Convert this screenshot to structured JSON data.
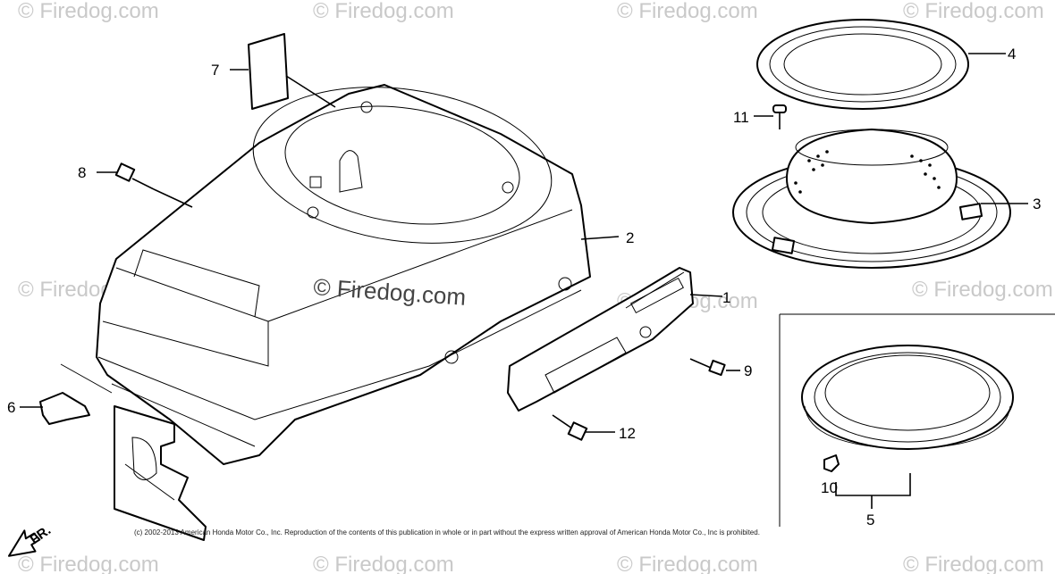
{
  "watermark": {
    "text": "© Firedog.com"
  },
  "callouts": {
    "p1": "1",
    "p2": "2",
    "p3": "3",
    "p4": "4",
    "p5": "5",
    "p6": "6",
    "p7": "7",
    "p8": "8",
    "p9": "9",
    "p10": "10",
    "p11": "11",
    "p12": "12"
  },
  "direction_label": "FR.",
  "copyright": "(c) 2002-2013 American Honda Motor Co., Inc. Reproduction of the contents of this publication in whole or in part without the express written approval of American Honda Motor Co., Inc is prohibited."
}
